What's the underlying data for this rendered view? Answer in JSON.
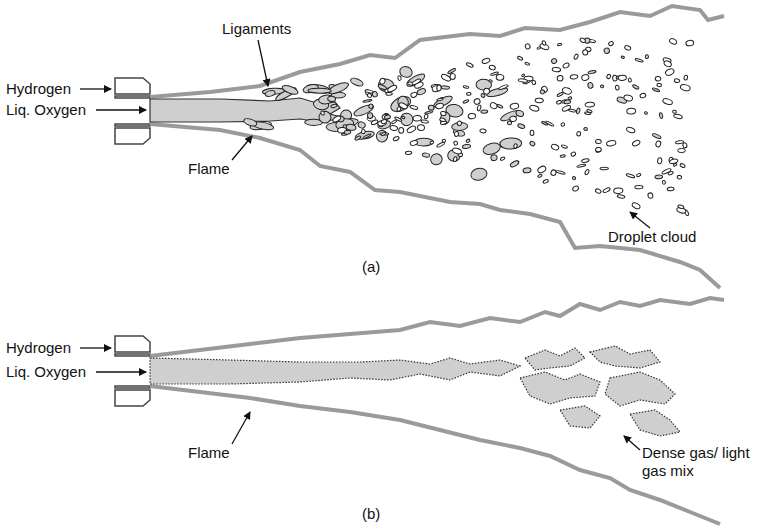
{
  "diagram": {
    "labels": [
      "Hydrogen",
      "Liq. Oxygen",
      "Ligaments",
      "Flame",
      "Droplet cloud",
      "(a)",
      "Hydrogen",
      "Liq. Oxygen",
      "Flame",
      "Dense gas/ light gas mix",
      "(b)"
    ]
  }
}
